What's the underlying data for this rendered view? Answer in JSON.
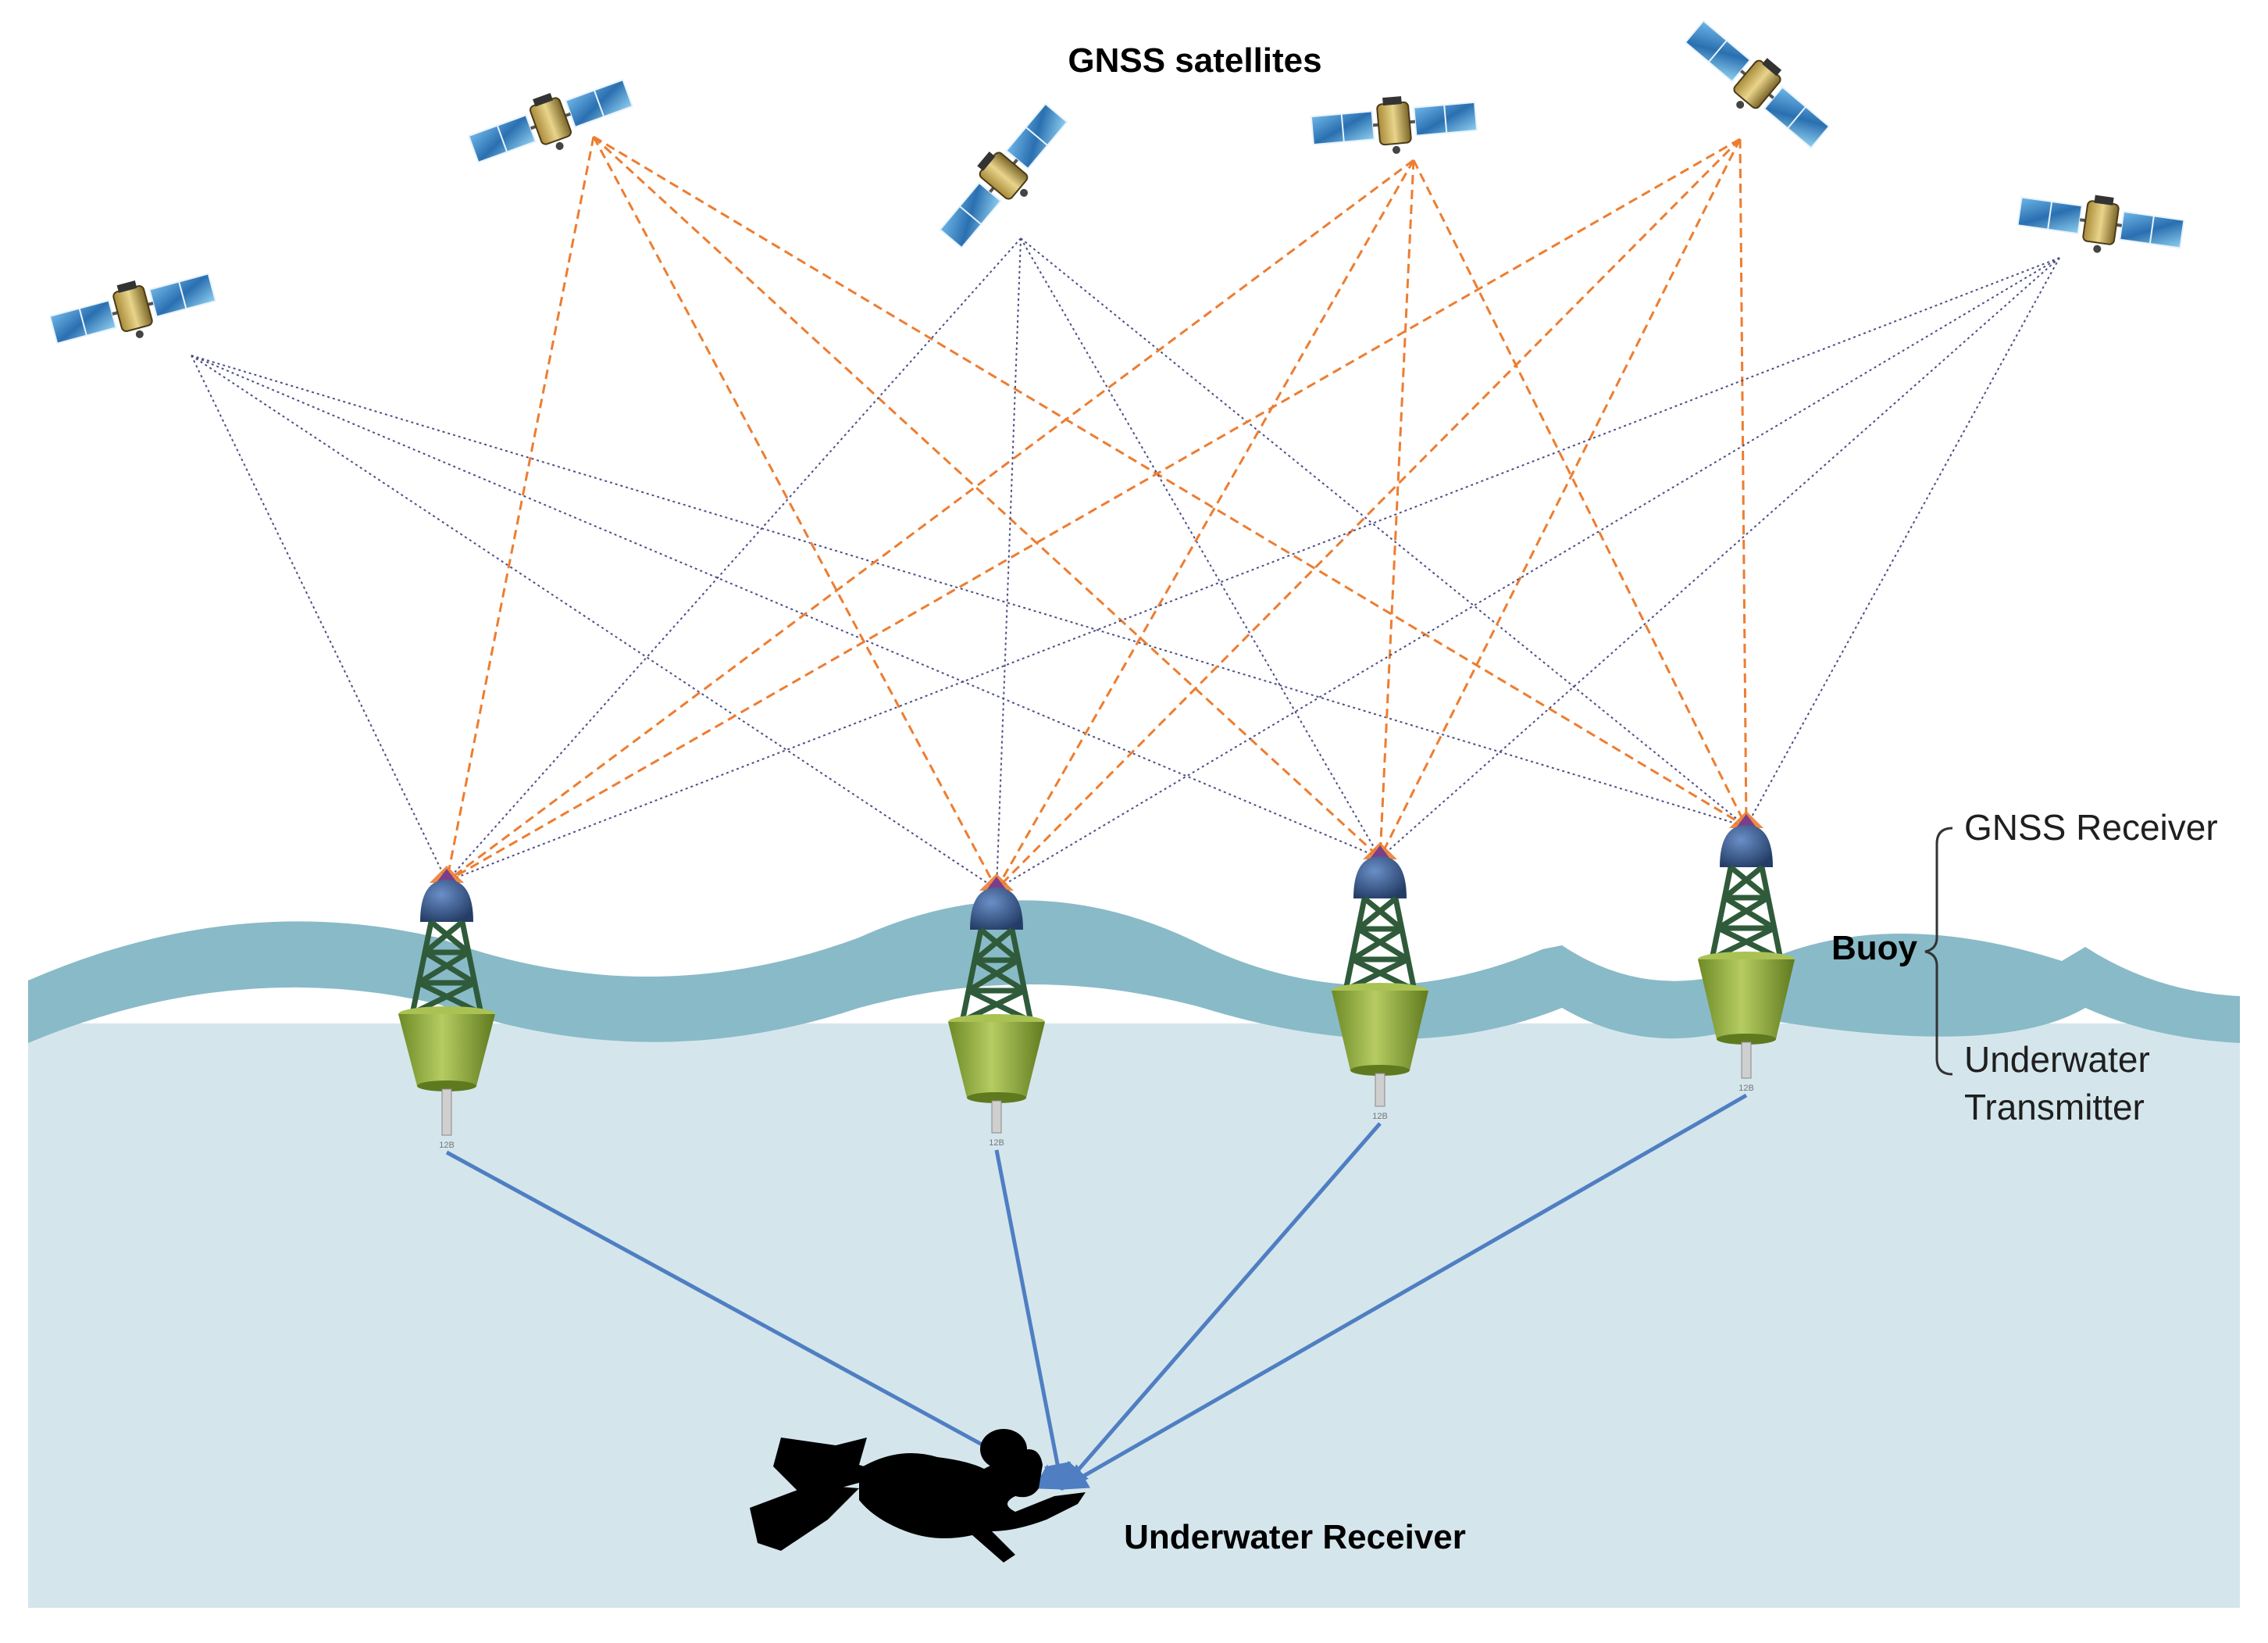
{
  "labels": {
    "satellites": "GNSS satellites",
    "buoy": "Buoy",
    "gnss_receiver": "GNSS Receiver",
    "transmitter_line1": "Underwater",
    "transmitter_line2": "Transmitter",
    "receiver": "Underwater Receiver"
  },
  "satellites": [
    {
      "id": "sat-1",
      "dashed": false
    },
    {
      "id": "sat-2",
      "dashed": true
    },
    {
      "id": "sat-3",
      "dashed": false
    },
    {
      "id": "sat-4",
      "dashed": true
    },
    {
      "id": "sat-5",
      "dashed": true
    },
    {
      "id": "sat-6",
      "dashed": false
    }
  ],
  "buoys": [
    {
      "id": "buoy-1",
      "tag": "12B"
    },
    {
      "id": "buoy-2",
      "tag": "12B"
    },
    {
      "id": "buoy-3",
      "tag": "12B"
    },
    {
      "id": "buoy-4",
      "tag": "12B"
    }
  ],
  "colors": {
    "dotted_signal": "#4d4f86",
    "dashed_signal": "#ed7d31",
    "acoustic_signal": "#4f7ec2",
    "sea_surface": "#89bac8",
    "sea_body": "#d4e6ec",
    "buoy_body": "#8fab3c",
    "buoy_tower": "#2f5b3a",
    "buoy_dome": "#2f4f7f"
  }
}
